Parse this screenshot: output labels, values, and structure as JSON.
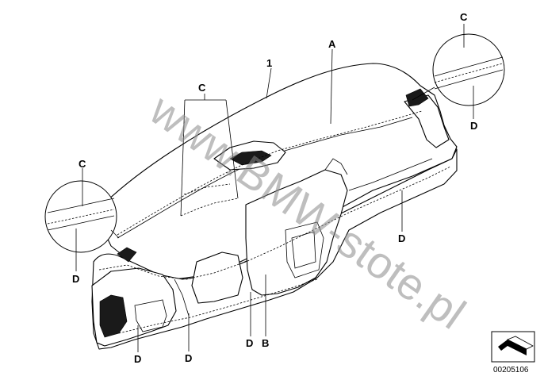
{
  "labels": {
    "part_1": "1",
    "A": "A",
    "B": "B",
    "C_left": "C",
    "C_center": "C",
    "C_right": "C",
    "D_left_circle": "D",
    "D_right_circle": "D",
    "D_right_side": "D",
    "D_bottom_left": "D",
    "D_bottom_mid": "D",
    "D_bottom_center": "D"
  },
  "watermark": "www.BMW-stote.pl",
  "document_number": "00205106",
  "icon": "navigation-arrow-icon"
}
